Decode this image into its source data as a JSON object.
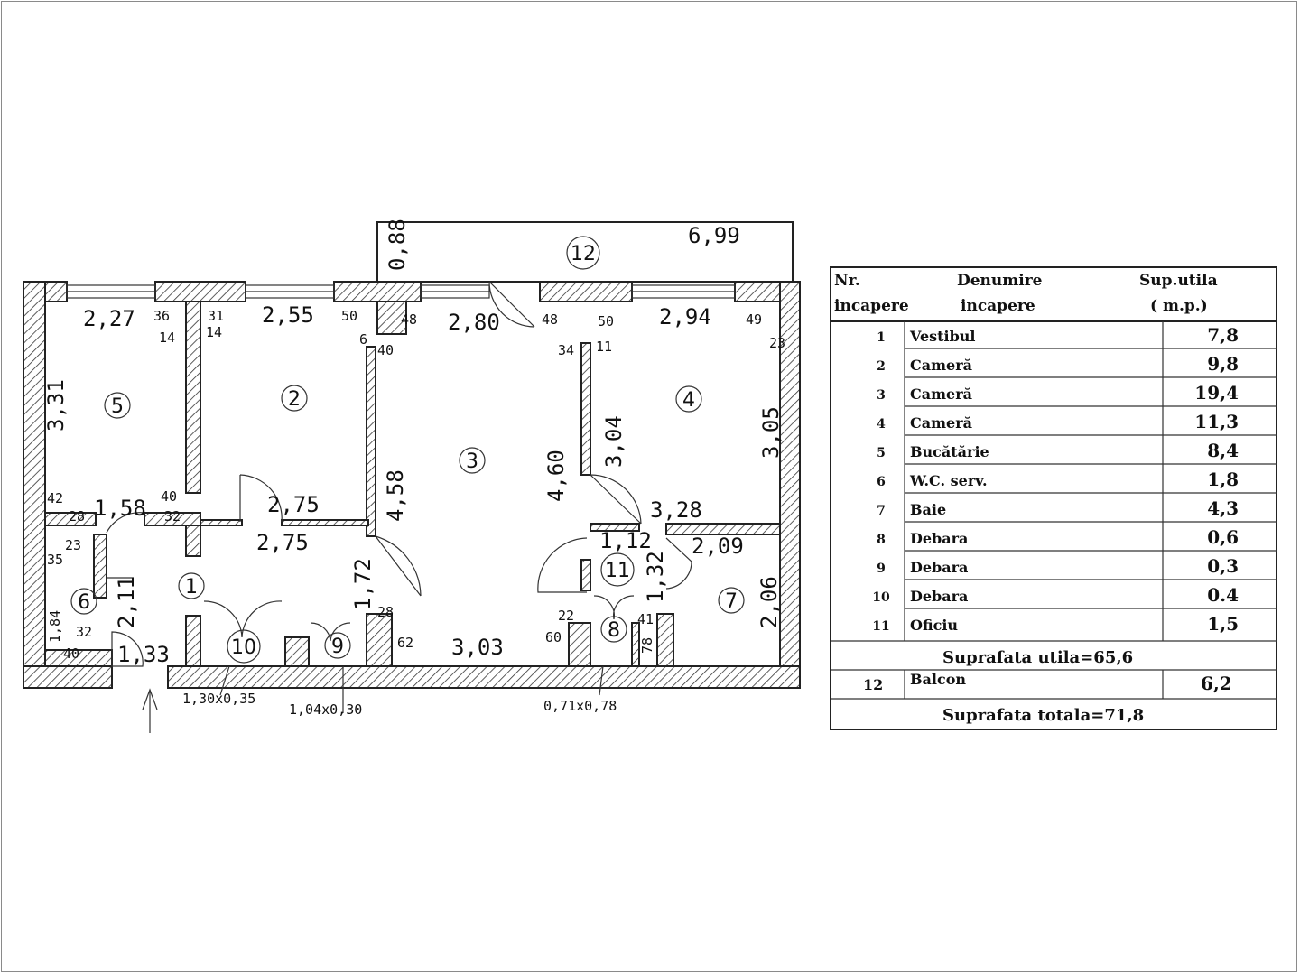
{
  "plan": {
    "dimensions": {
      "d_227": "2,27",
      "d_36": "36",
      "d_31": "31",
      "d_255": "2,55",
      "d_50a": "50",
      "d_48a": "48",
      "d_280": "2,80",
      "d_48b": "48",
      "d_50b": "50",
      "d_294": "2,94",
      "d_49": "49",
      "d_14a": "14",
      "d_14b": "14",
      "d_6": "6",
      "d_40a": "40",
      "d_34": "34",
      "d_11": "11",
      "d_23a": "23",
      "d_331": "3,31",
      "d_458": "4,58",
      "d_460": "4,60",
      "d_304": "3,04",
      "d_305": "3,05",
      "d_42": "42",
      "d_158": "1,58",
      "d_40b": "40",
      "d_28a": "28",
      "d_32a": "32",
      "d_275a": "2,75",
      "d_328": "3,28",
      "d_23b": "23",
      "d_275b": "2,75",
      "d_112": "1,12",
      "d_209": "2,09",
      "d_35": "35",
      "d_211": "2,11",
      "d_172": "1,72",
      "d_132": "1,32",
      "d_206": "2,06",
      "d_184": "1,84",
      "d_32b": "32",
      "d_28b": "28",
      "d_22": "22",
      "d_41": "41",
      "d_40c": "40",
      "d_133": "1,33",
      "d_62": "62",
      "d_303": "3,03",
      "d_60": "60",
      "d_78": "78",
      "d_088": "0,88",
      "d_699": "6,99",
      "win_130": "1,30x0,35",
      "win_104": "1,04x0,30",
      "win_071": "0,71x0,78"
    },
    "room_numbers": [
      "1",
      "2",
      "3",
      "4",
      "5",
      "6",
      "7",
      "8",
      "9",
      "10",
      "11",
      "12"
    ]
  },
  "table": {
    "header": {
      "col1_line1": "Nr.",
      "col1_line2": "incapere",
      "col2_line1": "Denumire",
      "col2_line2": "incapere",
      "col3_line1": "Sup.utila",
      "col3_line2": "( m.p.)"
    },
    "rows": [
      {
        "nr": "1",
        "name": "Vestibul",
        "area": "7,8"
      },
      {
        "nr": "2",
        "name": "Cameră",
        "area": "9,8"
      },
      {
        "nr": "3",
        "name": "Cameră",
        "area": "19,4"
      },
      {
        "nr": "4",
        "name": "Cameră",
        "area": "11,3"
      },
      {
        "nr": "5",
        "name": "Bucătărie",
        "area": "8,4"
      },
      {
        "nr": "6",
        "name": "W.C. serv.",
        "area": "1,8"
      },
      {
        "nr": "7",
        "name": "Baie",
        "area": "4,3"
      },
      {
        "nr": "8",
        "name": "Debara",
        "area": "0,6"
      },
      {
        "nr": "9",
        "name": "Debara",
        "area": "0,3"
      },
      {
        "nr": "10",
        "name": "Debara",
        "area": "0.4"
      },
      {
        "nr": "11",
        "name": "Oficiu",
        "area": "1,5"
      }
    ],
    "subtotal": "Suprafata utila=65,6",
    "balcony": {
      "nr": "12",
      "name": "Balcon",
      "area": "6,2"
    },
    "total": "Suprafata totala=71,8"
  }
}
